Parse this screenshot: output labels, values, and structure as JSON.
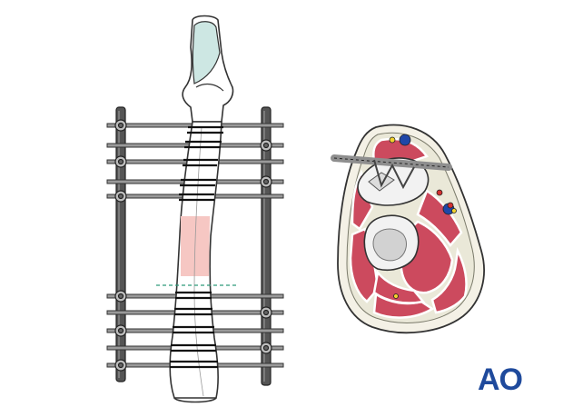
{
  "logo": {
    "text": "AO",
    "color": "#1f4a9c"
  },
  "figure": {
    "left_panel": "fixator-tibia",
    "right_panel": "leg-cross-section",
    "colors": {
      "bone_fill": "#ffffff",
      "bone_outline": "#333333",
      "articular_cartilage": "#cde7e3",
      "fracture_zone": "#f6c7c3",
      "rod": "#4a4a4a",
      "pin": "#8e8e8e",
      "wire_wrap": "#111111",
      "fracture_line": "#2e9a7a",
      "muscle": "#cc4a5e",
      "fascia": "#eae8d8",
      "skin": "#f4f1e6",
      "cortex": "#f2f2f2",
      "marrow": "#d2d2d2",
      "artery": "#d33030",
      "vein": "#1f47a8",
      "nerve": "#f2d22c"
    }
  }
}
